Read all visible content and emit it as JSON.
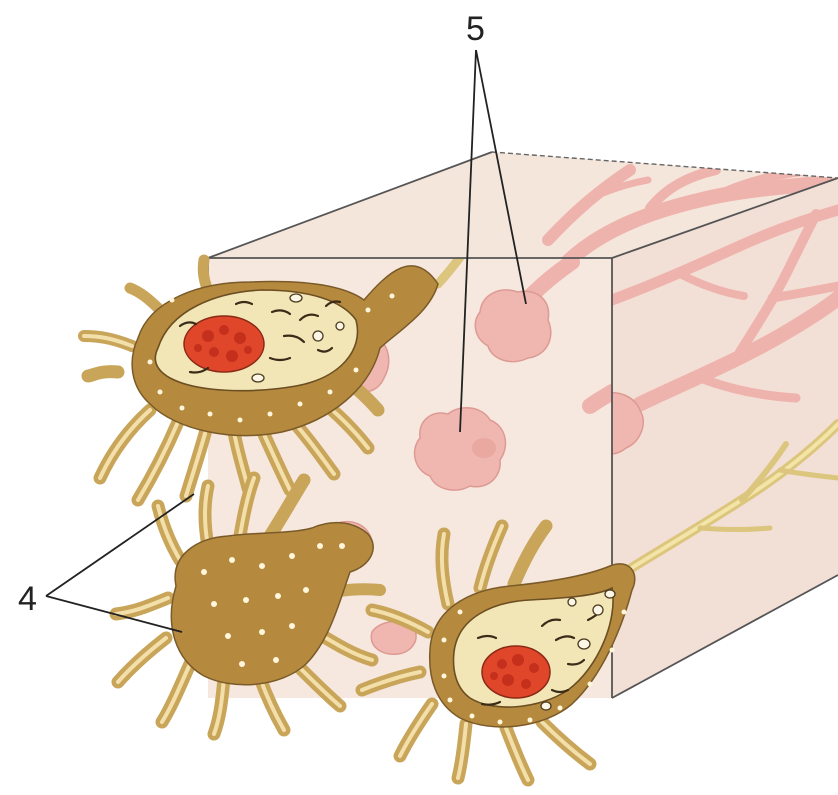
{
  "labels": {
    "label_5": "5",
    "label_4": "4"
  },
  "colors": {
    "background": "#ffffff",
    "block_front": "#f6e7df",
    "block_side": "#f2e0d6",
    "block_top": "#f5e6dc",
    "pink_process": "#efb3ad",
    "cell_body": "#b58a3f",
    "process_tan": "#dcc67e",
    "nucleus": "#e0462a"
  },
  "icons": [
    "tissue-block",
    "pink-branching-process",
    "glial-cell",
    "cell-nucleus"
  ]
}
